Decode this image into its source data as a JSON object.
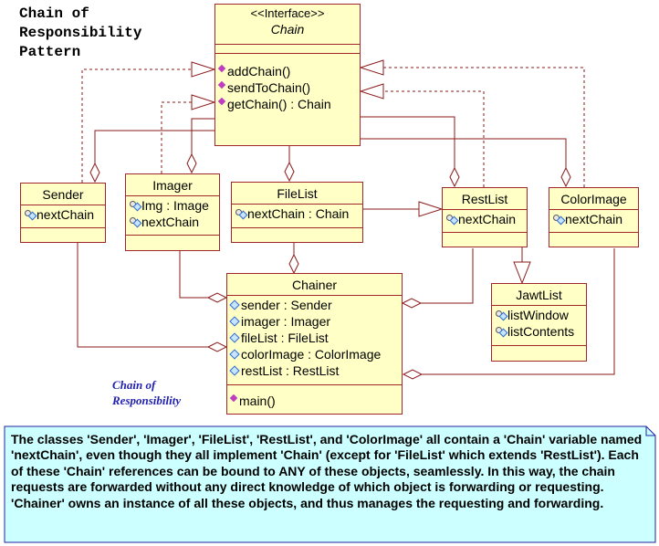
{
  "title": {
    "lines": [
      "Chain of",
      "Responsibility",
      "Pattern"
    ]
  },
  "classes": {
    "chain": {
      "stereotype": "<<Interface>>",
      "name": "Chain",
      "operations": [
        "addChain()",
        "sendToChain()",
        "getChain() : Chain"
      ]
    },
    "sender": {
      "name": "Sender",
      "attributes": [
        "nextChain"
      ]
    },
    "imager": {
      "name": "Imager",
      "attributes": [
        "Img : Image",
        "nextChain"
      ]
    },
    "filelist": {
      "name": "FileList",
      "attributes": [
        "nextChain : Chain"
      ]
    },
    "restlist": {
      "name": "RestList",
      "attributes": [
        "nextChain"
      ]
    },
    "colorimage": {
      "name": "ColorImage",
      "attributes": [
        "nextChain"
      ]
    },
    "jawtlist": {
      "name": "JawtList",
      "attributes": [
        "listWindow",
        "listContents"
      ]
    },
    "chainer": {
      "name": "Chainer",
      "attributes": [
        "sender : Sender",
        "imager : Imager",
        "fileList : FileList",
        "colorImage : ColorImage",
        "restList : RestList"
      ],
      "operations": [
        "main()"
      ]
    }
  },
  "diagram_label": {
    "lines": [
      "Chain of",
      "Responsibility"
    ]
  },
  "note": {
    "text": "The classes 'Sender', 'Imager', 'FileList', 'RestList', and 'ColorImage' all contain a 'Chain' variable named 'nextChain', even though they all implement 'Chain' (except for 'FileList' which extends 'RestList').   Each of these 'Chain' references can be bound to ANY of these objects, seamlessly.  In this way, the chain requests are forwarded without any direct knowledge of which object is forwarding or requesting.  'Chainer' owns an instance of all these objects, and thus manages the requesting and forwarding."
  },
  "colors": {
    "class_fill": "#ffffc6",
    "class_border": "#a2262c",
    "line": "#8b1a1a",
    "note_fill": "#ccffff",
    "note_border": "#2020a0",
    "label_color": "#1f1fb0"
  }
}
